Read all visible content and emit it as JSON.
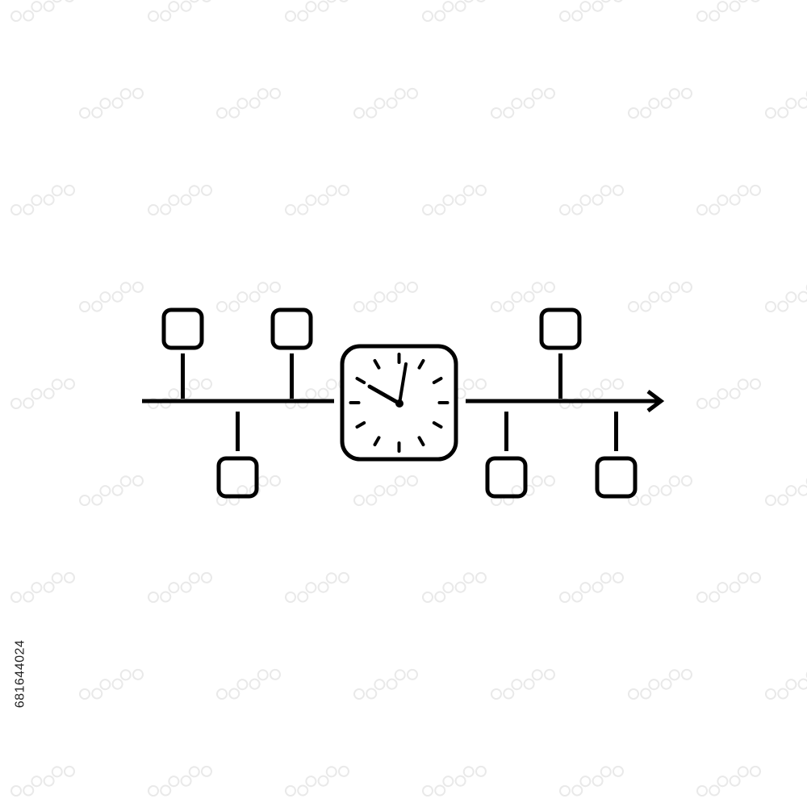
{
  "icon": {
    "name": "timeline-with-clock-icon",
    "stroke_color": "#000000",
    "background_color": "#ffffff",
    "clock": {
      "hour_hand": "10",
      "minute_hand": "1"
    },
    "milestones_above": 3,
    "milestones_below": 3
  },
  "watermark": {
    "color": "#e9e9e9"
  },
  "stock_id": "681644024"
}
